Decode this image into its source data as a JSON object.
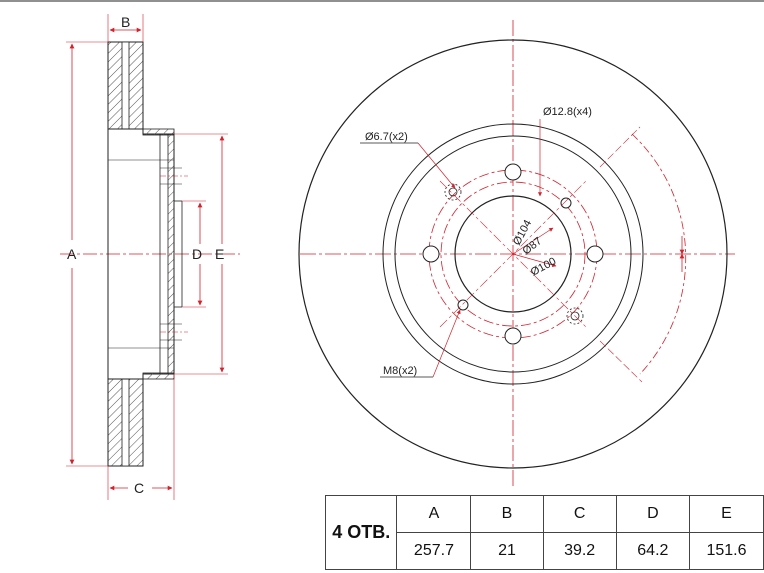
{
  "side_view": {
    "label_a": "A",
    "label_b": "B",
    "label_c": "C",
    "label_d": "D",
    "label_e": "E"
  },
  "front_view": {
    "callout_hole_large": "Ø12.8(x4)",
    "callout_hole_small": "Ø6.7(x2)",
    "callout_thread": "M8(x2)",
    "dim_pcd": "Ø104",
    "dim_bore": "Ø87",
    "dim_hub": "Ø100"
  },
  "table": {
    "holes": "4 ОТВ.",
    "headers": [
      "A",
      "B",
      "C",
      "D",
      "E"
    ],
    "values": [
      "257.7",
      "21",
      "39.2",
      "64.2",
      "151.6"
    ]
  },
  "colors": {
    "line": "#222222",
    "center": "#d2222d",
    "hatch": "#555555"
  }
}
